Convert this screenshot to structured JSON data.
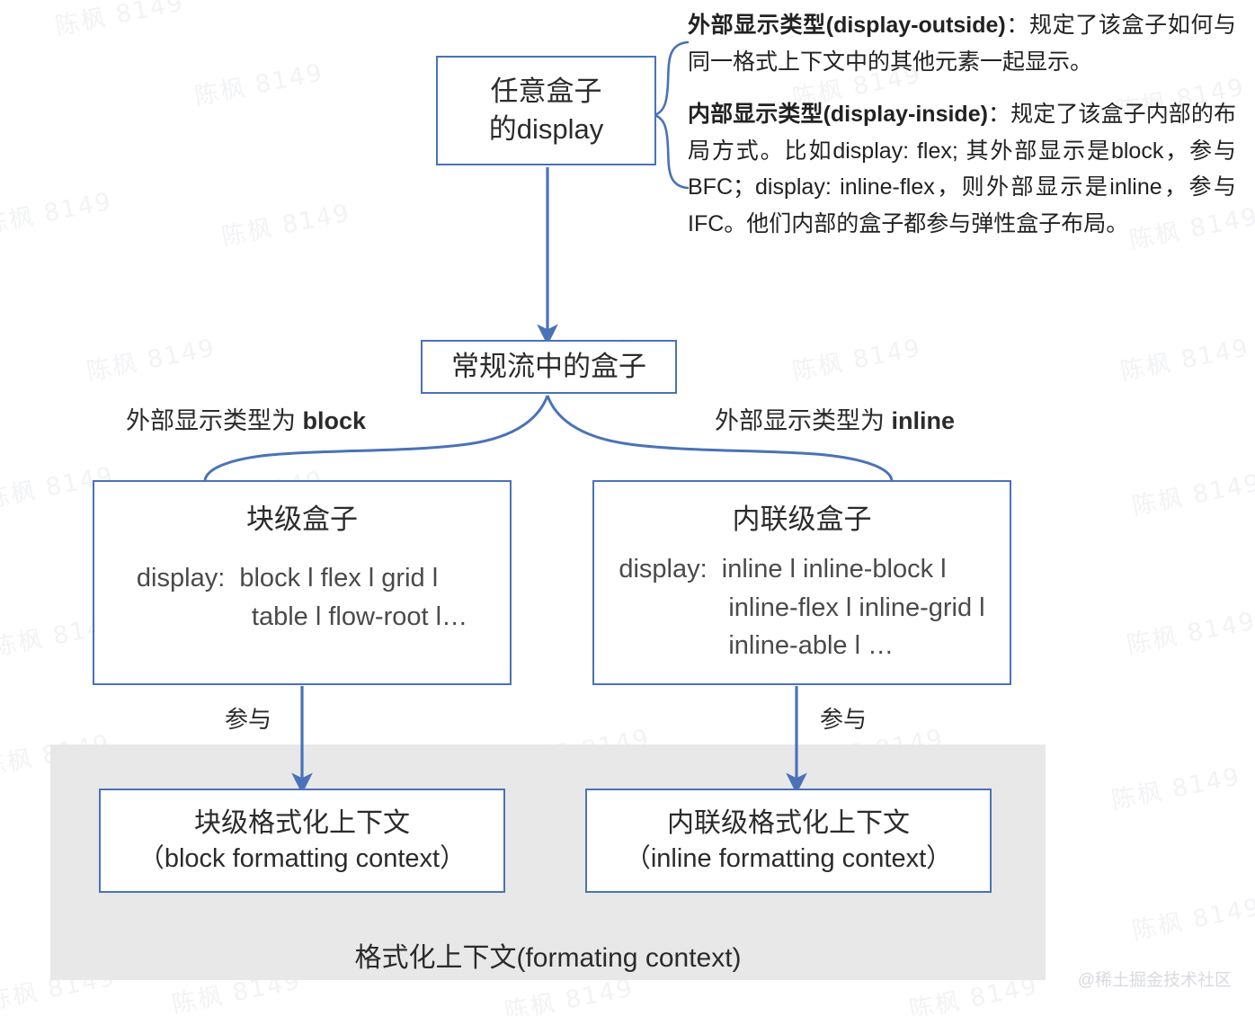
{
  "diagram": {
    "title": "CSS display outside/inside and formatting contexts",
    "accent_color": "#4a72b8",
    "band_color": "#e8e8e8",
    "nodes": {
      "any_box": {
        "line1": "任意盒子",
        "line2": "的display"
      },
      "normal_flow": {
        "label": "常规流中的盒子"
      },
      "block_box": {
        "title": "块级盒子",
        "display_line1": "display:  block l flex l grid l",
        "display_line2": "table l flow-root l…"
      },
      "inline_box": {
        "title": "内联级盒子",
        "display_line1": "display:  inline l inline-block l",
        "display_line2": "inline-flex l inline-grid l",
        "display_line3": "inline-able l …"
      },
      "bfc": {
        "line1": "块级格式化上下文",
        "line2": "（block formatting context）"
      },
      "ifc": {
        "line1": "内联级格式化上下文",
        "line2": "（inline formatting context）"
      }
    },
    "edge_labels": {
      "block_branch_prefix": "外部显示类型为 ",
      "block_branch_value": "block",
      "inline_branch_prefix": "外部显示类型为 ",
      "inline_branch_value": "inline",
      "join_left": "参与",
      "join_right": "参与"
    },
    "band": {
      "caption": "格式化上下文(formating context)"
    },
    "annotations": [
      {
        "heading": "外部显示类型(display-outside)",
        "body": "：规定了该盒子如何与同一格式上下文中的其他元素一起显示。"
      },
      {
        "heading": "内部显示类型(display-inside)",
        "body": "：规定了该盒子内部的布局方式。比如display: flex; 其外部显示是block，参与 BFC；display: inline-flex，则外部显示是inline，参与IFC。他们内部的盒子都参与弹性盒子布局。"
      }
    ],
    "watermarks": {
      "tile_text": "陈枫 8149",
      "corner_text": "@稀土掘金技术社区"
    }
  }
}
